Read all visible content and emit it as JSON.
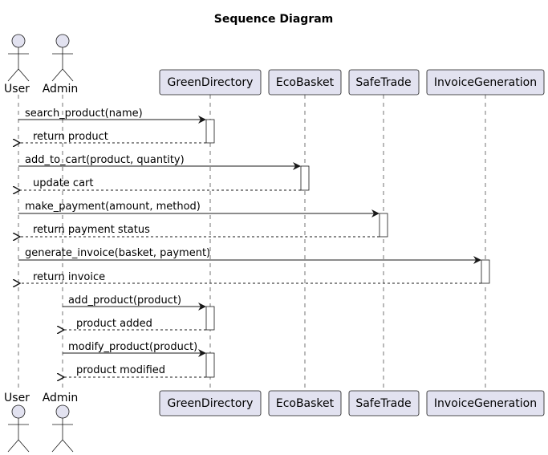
{
  "title": "Sequence Diagram",
  "participants": {
    "user": "User",
    "admin": "Admin",
    "green_directory": "GreenDirectory",
    "eco_basket": "EcoBasket",
    "safe_trade": "SafeTrade",
    "invoice_generation": "InvoiceGeneration"
  },
  "messages": [
    "search_product(name)",
    "return product",
    "add_to_cart(product, quantity)",
    "update cart",
    "make_payment(amount, method)",
    "return payment status",
    "generate_invoice(basket, payment)",
    "return invoice",
    "add_product(product)",
    "product added",
    "modify_product(product)",
    "product modified"
  ],
  "colors": {
    "participant_fill": "#e2e2f0",
    "participant_stroke": "#181818",
    "lifeline": "#181818",
    "arrow": "#181818"
  }
}
